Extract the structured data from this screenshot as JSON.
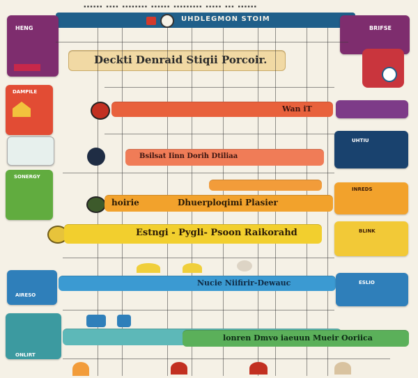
{
  "title_banner": {
    "label": "Deckti Denraid Stiqii Porcoir."
  },
  "bands": [
    {
      "key": "red",
      "label": "Wan iT",
      "color": "#e8613c"
    },
    {
      "key": "salmon",
      "label": "Bsilsat Iinn Dorih Dtiliaa",
      "color": "#f07c57"
    },
    {
      "key": "orange",
      "label": "hoirie",
      "label2": "Dhuerploqimi Plasier",
      "color": "#f2a22c"
    },
    {
      "key": "yellow",
      "label": "Estngi - Pygli- Psoon Raikorahd",
      "color": "#f2cf2e"
    },
    {
      "key": "blue",
      "label": "Nucie Niifirir-Dewauc",
      "color": "#3b9ad2"
    },
    {
      "key": "green",
      "label": "lonren Dmvo iaeuun Mueir Ooriica",
      "color": "#5bb05a"
    }
  ],
  "side_labels": {
    "left_top": "HENG",
    "right_top": "BRIFSE",
    "left_red": "DAMPILE",
    "right_navy": "UHTIU",
    "left_green": "SONERGY",
    "right_orange": "INREDS",
    "right_yellow": "BLINK",
    "left_blue": "AIRESO",
    "right_blue": "ESLIO",
    "left_teal": "ONLIRT"
  },
  "header": {
    "title": "UHDLEGMON STOIM"
  }
}
